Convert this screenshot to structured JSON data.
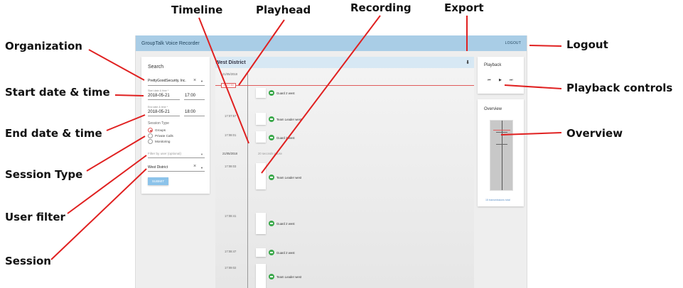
{
  "callouts": {
    "timeline": "Timeline",
    "playhead": "Playhead",
    "recording": "Recording",
    "export": "Export",
    "organization": "Organization",
    "logout": "Logout",
    "start": "Start date & time",
    "playback": "Playback controls",
    "end": "End date & time",
    "overview": "Overview",
    "session_type": "Session Type",
    "user_filter": "User filter",
    "session": "Session"
  },
  "appbar": {
    "title": "GroupTalk Voice Recorder",
    "logout": "LOGOUT"
  },
  "search": {
    "title": "Search",
    "organization": "PrettyGoodSecurity, Inc.",
    "start_label": "Start date & time *",
    "start_date": "2018-05-21",
    "start_time": "17:00",
    "end_label": "End date & time *",
    "end_date": "2018-05-21",
    "end_time": "18:00",
    "session_type_label": "Session Type",
    "session_types": [
      "Groups",
      "Private Calls",
      "Monitoring"
    ],
    "selected_type": "Groups",
    "user_filter_placeholder": "Filter by user (optional)",
    "session": "West District",
    "submit": "SUBMIT"
  },
  "timeline": {
    "title": "West District",
    "date_top": "21/05/2018",
    "playhead_time": "17:07:50",
    "date_mid": "21/05/2018",
    "pause_text": "20 seconds pause",
    "entries": [
      {
        "time": "",
        "user": "Guard 2 west"
      },
      {
        "time": "17:07:57",
        "user": "Team Leader west"
      },
      {
        "time": "17:08:01",
        "user": "Guard 2 west"
      },
      {
        "time": "17:08:03",
        "user": "Team Leader west"
      },
      {
        "time": "17:08:41",
        "user": "Guard 2 west"
      },
      {
        "time": "17:08:47",
        "user": "Guard 2 west"
      },
      {
        "time": "17:09:02",
        "user": "Team Leader west"
      }
    ]
  },
  "playback": {
    "title": "Playback",
    "prev": "⏮",
    "play": "▶",
    "next": "⏭"
  },
  "overview": {
    "title": "Overview",
    "footer": "15 transmissions total"
  },
  "colors": {
    "appbar": "#a9cde6",
    "callout_line": "#e02020",
    "accent": "#e05a5a",
    "green": "#3aa84a",
    "submit": "#8cc3ea"
  }
}
